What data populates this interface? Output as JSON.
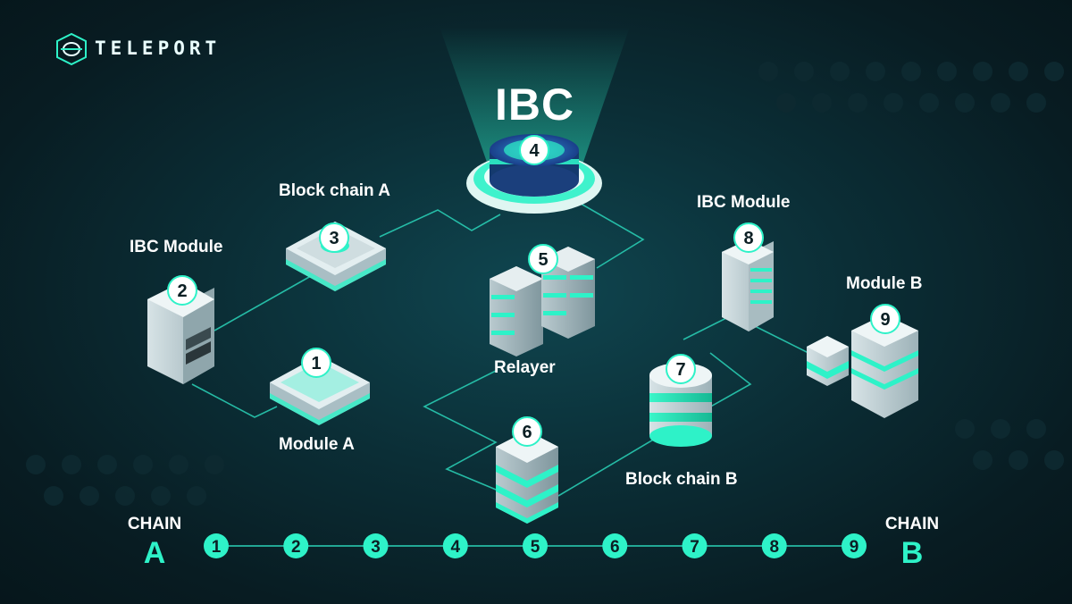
{
  "brand": {
    "logo_text": "TELEPORT",
    "logo_icon": "teleport-logo-icon"
  },
  "colors": {
    "accent": "#2ef2c8",
    "background": "#0b2e36",
    "text": "#ffffff"
  },
  "hub": {
    "title": "IBC",
    "step": "4"
  },
  "nodes": {
    "module_a": {
      "label": "Module A",
      "step": "1"
    },
    "ibc_module_a": {
      "label": "IBC Module",
      "step": "2"
    },
    "blockchain_a": {
      "label": "Block chain A",
      "step": "3"
    },
    "relayer": {
      "label": "Relayer",
      "step": "5"
    },
    "relayer_b": {
      "step": "6"
    },
    "blockchain_b": {
      "label": "Block chain B",
      "step": "7"
    },
    "ibc_module_b": {
      "label": "IBC Module",
      "step": "8"
    },
    "module_b": {
      "label": "Module B",
      "step": "9"
    }
  },
  "timeline": {
    "start": {
      "word": "CHAIN",
      "letter": "A"
    },
    "end": {
      "word": "CHAIN",
      "letter": "B"
    },
    "steps": [
      "1",
      "2",
      "3",
      "4",
      "5",
      "6",
      "7",
      "8",
      "9"
    ]
  }
}
